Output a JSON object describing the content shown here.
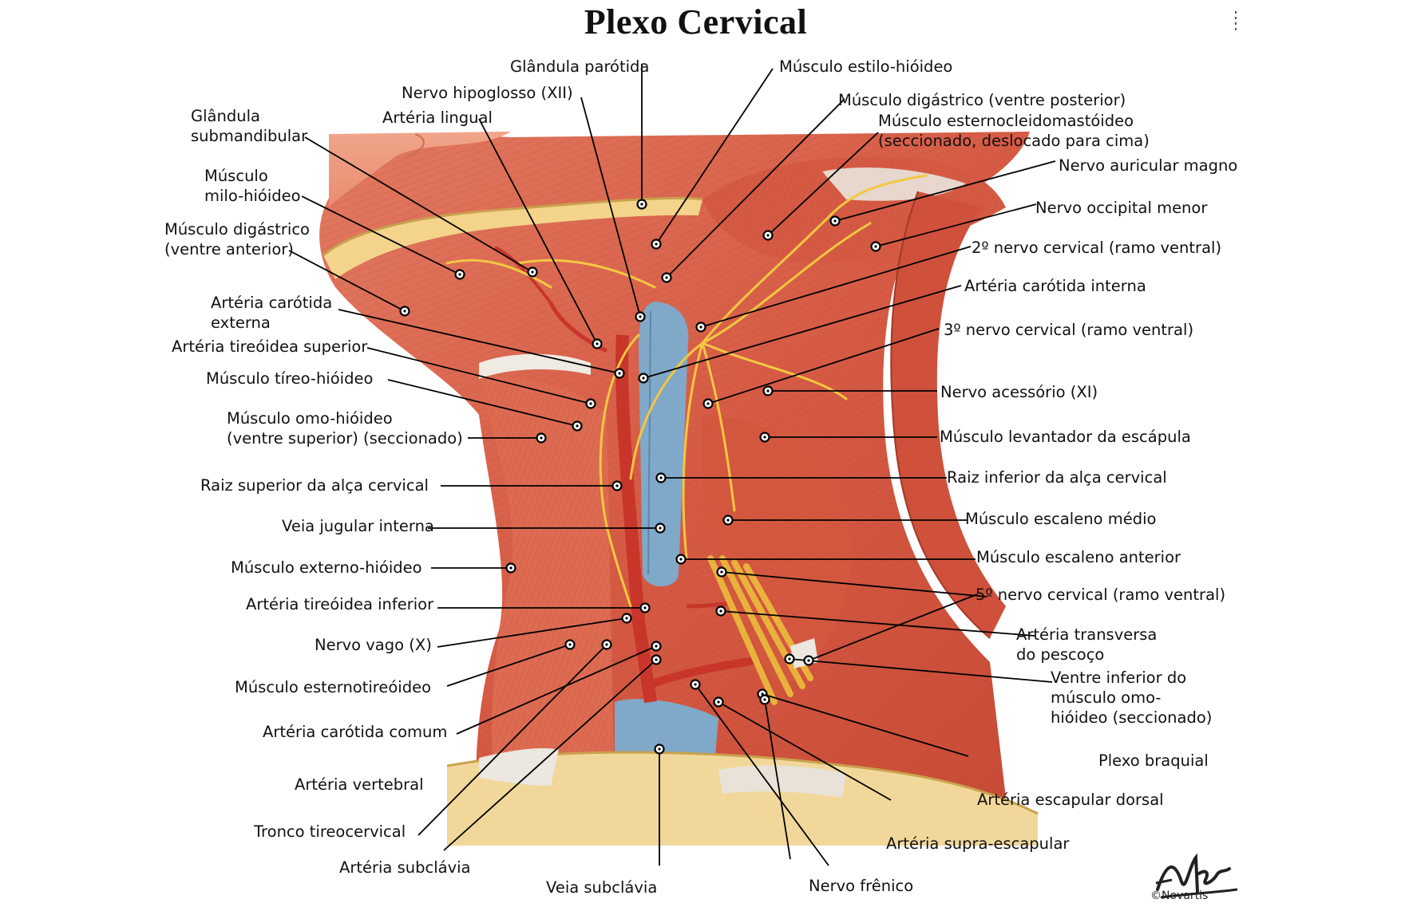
{
  "title": "Plexo Cervical",
  "colors": {
    "muscle": "#d9614a",
    "vein": "#7fa6c7",
    "nerve": "#f0c23a",
    "artery": "#c9342a",
    "leader": "#000000"
  },
  "labels": {
    "glandula_parotida": "Glândula parótida",
    "musculo_estilo_hioideo": "Músculo estilo-hióideo",
    "nervo_hipoglosso": "Nervo hipoglosso (XII)",
    "musculo_digastrico_posterior": "Músculo digástrico (ventre posterior)",
    "arteria_lingual": "Artéria lingual",
    "glandula_submandibular": [
      "Glândula",
      "submandibular"
    ],
    "musculo_esternocleidomastoideo": [
      "Músculo esternocleidomastóideo",
      "(seccionado, deslocado para cima)"
    ],
    "nervo_auricular_magno": "Nervo auricular magno",
    "musculo_milo_hioideo": [
      "Músculo",
      "milo-hióideo"
    ],
    "nervo_occipital_menor": "Nervo occipital menor",
    "musculo_digastrico_anterior": [
      "Músculo digástrico",
      "(ventre anterior)"
    ],
    "nervo_cervical_2": "2º nervo cervical (ramo ventral)",
    "arteria_carotida_interna": "Artéria carótida interna",
    "arteria_carotida_externa": [
      "Artéria carótida",
      "externa"
    ],
    "nervo_cervical_3": "3º nervo cervical (ramo ventral)",
    "arteria_tireoidea_superior": "Artéria tireóidea superior",
    "musculo_tireo_hioideo": "Músculo tíreo-hióideo",
    "nervo_acessorio": "Nervo acessório (XI)",
    "musculo_omo_hioideo_superior": [
      "Músculo omo-hióideo",
      "(ventre superior) (seccionado)"
    ],
    "musculo_levantador_escapula": "Músculo levantador da escápula",
    "raiz_inferior_alca": "Raiz inferior da alça cervical",
    "raiz_superior_alca": "Raiz superior da alça cervical",
    "musculo_escaleno_medio": "Músculo escaleno médio",
    "veia_jugular_interna": "Veia jugular interna",
    "musculo_escaleno_anterior": "Músculo escaleno anterior",
    "musculo_esterno_hioideo": "Músculo externo-hióideo",
    "nervo_cervical_5": "5º nervo cervical (ramo ventral)",
    "arteria_tireoidea_inferior": "Artéria tireóidea inferior",
    "arteria_transversa_pescoco": [
      "Artéria transversa",
      "do pescoço"
    ],
    "nervo_vago": "Nervo vago (X)",
    "ventre_inferior_omo": [
      "Ventre inferior do",
      "músculo omo-",
      "hióideo (seccionado)"
    ],
    "musculo_esternotireoideo": "Músculo esternotireóideo",
    "arteria_carotida_comum": "Artéria carótida comum",
    "plexo_braquial": "Plexo braquial",
    "arteria_vertebral": "Artéria vertebral",
    "arteria_escapular_dorsal": "Artéria escapular dorsal",
    "tronco_tireocervical": "Tronco tireocervical",
    "arteria_supra_escapular": "Artéria supra-escapular",
    "arteria_subclavia": "Artéria subclávia",
    "veia_subclavia": "Veia subclávia",
    "nervo_frenico": "Nervo frênico"
  },
  "signature": "Netter",
  "copyright": "©Novartis"
}
